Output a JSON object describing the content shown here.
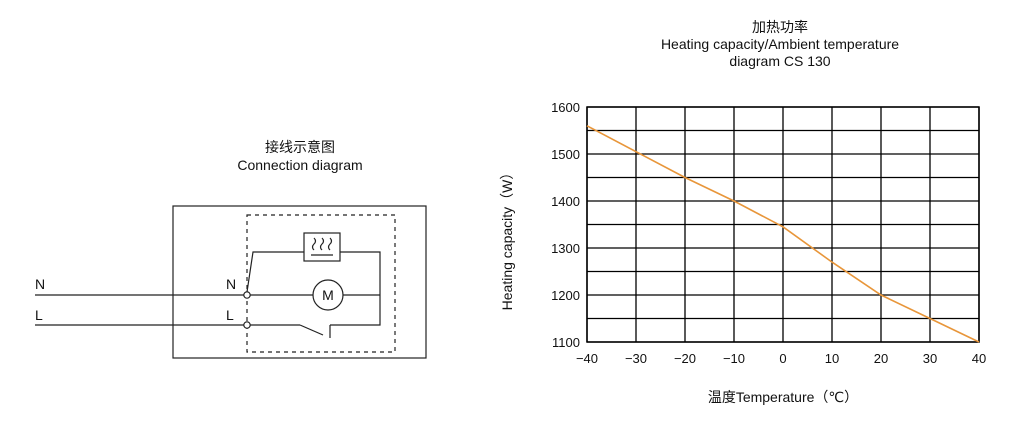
{
  "wiring": {
    "title_cn": "接线示意图",
    "title_en": "Connection diagram",
    "line_n": "N",
    "line_l": "L",
    "terminal_n": "N",
    "terminal_l": "L",
    "motor": "M"
  },
  "chart_data": {
    "type": "line",
    "title_cn": "加热功率",
    "title_line1": "Heating capacity/Ambient temperature",
    "title_line2": "diagram CS 130",
    "xlabel": "温度Temperature（℃）",
    "ylabel": "Heating capacity（W）",
    "xlim": [
      -40,
      40
    ],
    "ylim": [
      1100,
      1600
    ],
    "x_ticks": [
      -40,
      -30,
      -20,
      -10,
      0,
      10,
      20,
      30,
      40
    ],
    "y_ticks": [
      1100,
      1200,
      1300,
      1400,
      1500,
      1600
    ],
    "grid": true,
    "line_color": "#e8963a",
    "series": [
      {
        "x": [
          -40,
          -30,
          -20,
          -10,
          0,
          10,
          20,
          30,
          40
        ],
        "y": [
          1560,
          1505,
          1450,
          1400,
          1345,
          1270,
          1200,
          1150,
          1100
        ]
      }
    ]
  }
}
